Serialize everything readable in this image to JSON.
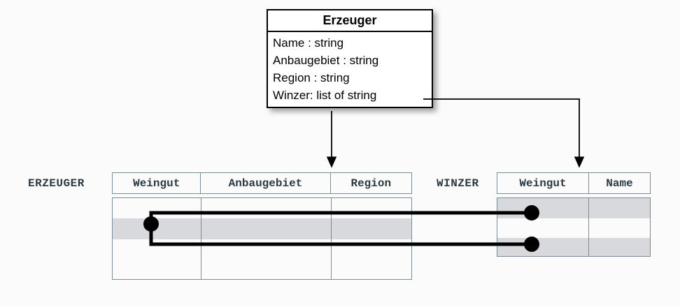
{
  "diagram": {
    "type": "uml-class-to-relational-mapping",
    "uml_class": {
      "name": "Erzeuger",
      "attributes": [
        "Name : string",
        "Anbaugebiet : string",
        "Region : string",
        "Winzer: list of string"
      ]
    },
    "tables": [
      {
        "id": "erzeuger",
        "label": "ERZEUGER",
        "columns": [
          "Weingut",
          "Anbaugebiet",
          "Region"
        ],
        "row_count": 4,
        "highlighted_rows": [
          2
        ]
      },
      {
        "id": "winzer",
        "label": "WINZER",
        "columns": [
          "Weingut",
          "Name"
        ],
        "row_count": 3,
        "highlighted_rows": [
          1,
          3
        ]
      }
    ],
    "connectors": [
      {
        "name": "class-to-erzeuger-table",
        "kind": "arrow",
        "from": "Erzeuger class box (bottom)",
        "to": "ERZEUGER table header"
      },
      {
        "name": "winzer-attribute-to-winzer-table",
        "kind": "elbow-arrow",
        "from": "Winzer: list of string attribute",
        "to": "WINZER table header"
      },
      {
        "name": "erzeuger-row-to-winzer-row-1",
        "kind": "link",
        "from": "ERZEUGER row 2 (Weingut)",
        "to": "WINZER row 1 (Weingut)"
      },
      {
        "name": "erzeuger-row-to-winzer-row-3",
        "kind": "link",
        "from": "ERZEUGER row 2 (Weingut)",
        "to": "WINZER row 3 (Weingut)"
      }
    ]
  },
  "colors": {
    "background": "#fbfbfb",
    "table_border": "#7b8d94",
    "table_text": "#2b3a43",
    "row_highlight": "#d8d9dd",
    "class_border": "#000000",
    "connector": "#000000"
  }
}
